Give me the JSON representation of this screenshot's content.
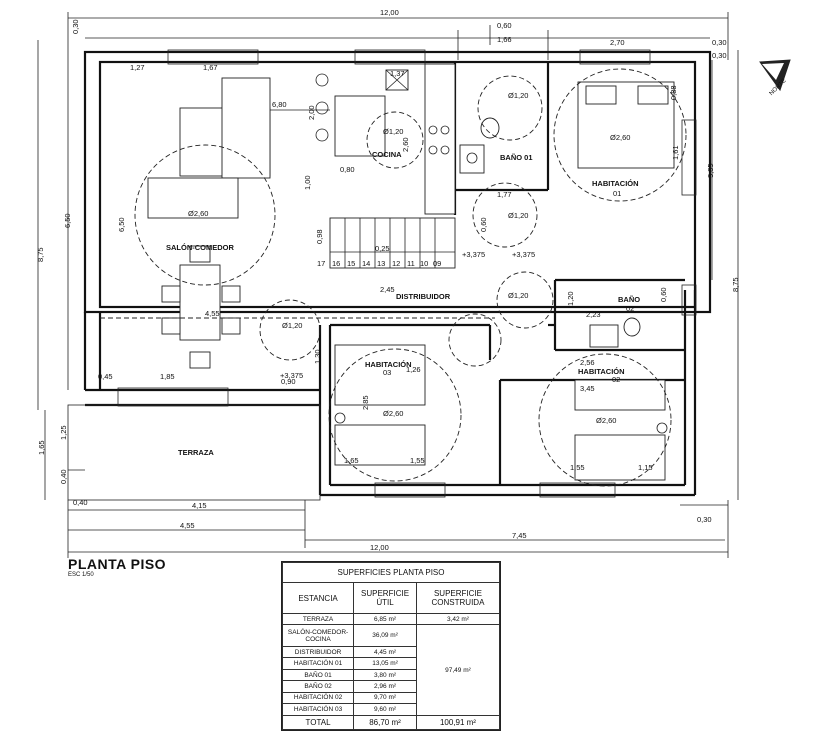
{
  "plan": {
    "title": "PLANTA PISO",
    "scale": "ESC 1/50",
    "north": "NORTE",
    "rooms": {
      "salon": "SALÓN-COMEDOR",
      "cocina": "COCINA",
      "bano01": "BAÑO 01",
      "hab01": "HABITACIÓN",
      "hab01_num": "01",
      "distribuidor": "DISTRIBUIDOR",
      "bano02": "BAÑO",
      "bano02_num": "02",
      "hab02": "HABITACIÓN",
      "hab02_num": "02",
      "hab03": "HABITACIÓN",
      "hab03_num": "03",
      "terraza": "TERRAZA"
    },
    "dims": {
      "top_total": "12,00",
      "d030a": "0,30",
      "d060": "0,60",
      "d166": "1,66",
      "d270": "2,70",
      "d030b": "0,30",
      "d030c": "0,30",
      "d127": "1,27",
      "d167": "1,67",
      "d137": "1,37",
      "d680": "6,80",
      "d120_kit": "Ø1,20",
      "d120_b1": "Ø1,20",
      "d088": "0,88",
      "d260_h1": "Ø2,60",
      "d080": "0,80",
      "d200": "2,00",
      "d260_kit": "2,60",
      "d161": "1,61",
      "d385": "3,85",
      "d100": "1,00",
      "d177": "1,77",
      "d260_salon": "Ø2,60",
      "d650": "6,50",
      "d120_dist": "Ø1,20",
      "d060b": "0,60",
      "d650_left": "6,50",
      "d875_left": "8,75",
      "d875_right": "8,75",
      "d098": "0,98",
      "d025": "0,25",
      "lvl1": "+3,375",
      "lvl2": "+3,375",
      "steps": [
        "17",
        "16",
        "15",
        "14",
        "13",
        "12",
        "11",
        "10",
        "09"
      ],
      "d245": "2,45",
      "d120_dist2": "Ø1,20",
      "d120_b2": "1,20",
      "d060c": "0,60",
      "d223": "2,23",
      "d455a": "4,55",
      "d120_hall": "Ø1,20",
      "d130": "1,30",
      "d126": "1,26",
      "d256": "2,56",
      "d345": "3,45",
      "d045": "0,45",
      "d185": "1,85",
      "lvl3": "+3,375",
      "d090": "0,90",
      "d285": "2,85",
      "d260_h3": "Ø2,60",
      "d260_h2": "Ø2,60",
      "d125": "1,25",
      "d165": "1,65",
      "d040a": "0,40",
      "d165b": "1,65",
      "d155a": "1,55",
      "d155b": "1,55",
      "d115": "1,15",
      "d040b": "0,40",
      "d415": "4,15",
      "d455b": "4,55",
      "d745": "7,45",
      "d030d": "0,30",
      "bottom_total": "12,00"
    }
  },
  "table": {
    "title": "SUPERFICIES PLANTA PISO",
    "col_estancia": "ESTANCIA",
    "col_util": "SUPERFICIE ÚTIL",
    "col_construida": "SUPERFICIE CONSTRUIDA",
    "rows": [
      {
        "estancia": "TERRAZA",
        "util": "6,85 m²",
        "construida": "3,42 m²"
      },
      {
        "estancia": "SALÓN-COMEDOR-COCINA",
        "util": "36,09 m²",
        "construida": ""
      },
      {
        "estancia": "DISTRIBUIDOR",
        "util": "4,45 m²",
        "construida": ""
      },
      {
        "estancia": "HABITACIÓN 01",
        "util": "13,05 m²",
        "construida": ""
      },
      {
        "estancia": "BAÑO 01",
        "util": "3,80 m²",
        "construida": "97,49 m²"
      },
      {
        "estancia": "BAÑO 02",
        "util": "2,96 m²",
        "construida": ""
      },
      {
        "estancia": "HABITACIÓN 02",
        "util": "9,70 m²",
        "construida": ""
      },
      {
        "estancia": "HABITACIÓN 03",
        "util": "9,60 m²",
        "construida": ""
      }
    ],
    "total_label": "TOTAL",
    "total_util": "86,70 m²",
    "total_construida": "100,91 m²"
  }
}
